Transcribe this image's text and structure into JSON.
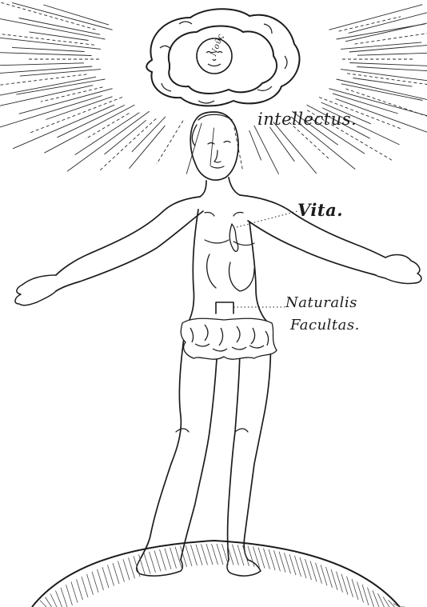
{
  "labels": {
    "intellectus": "intellectus.",
    "vita": "Vita.",
    "naturalis": "Naturalis",
    "facultas": "Facultas.",
    "sun_word": "Νοῦς"
  },
  "colors": {
    "ink": "#1c1c1c",
    "paper": "#ffffff"
  }
}
